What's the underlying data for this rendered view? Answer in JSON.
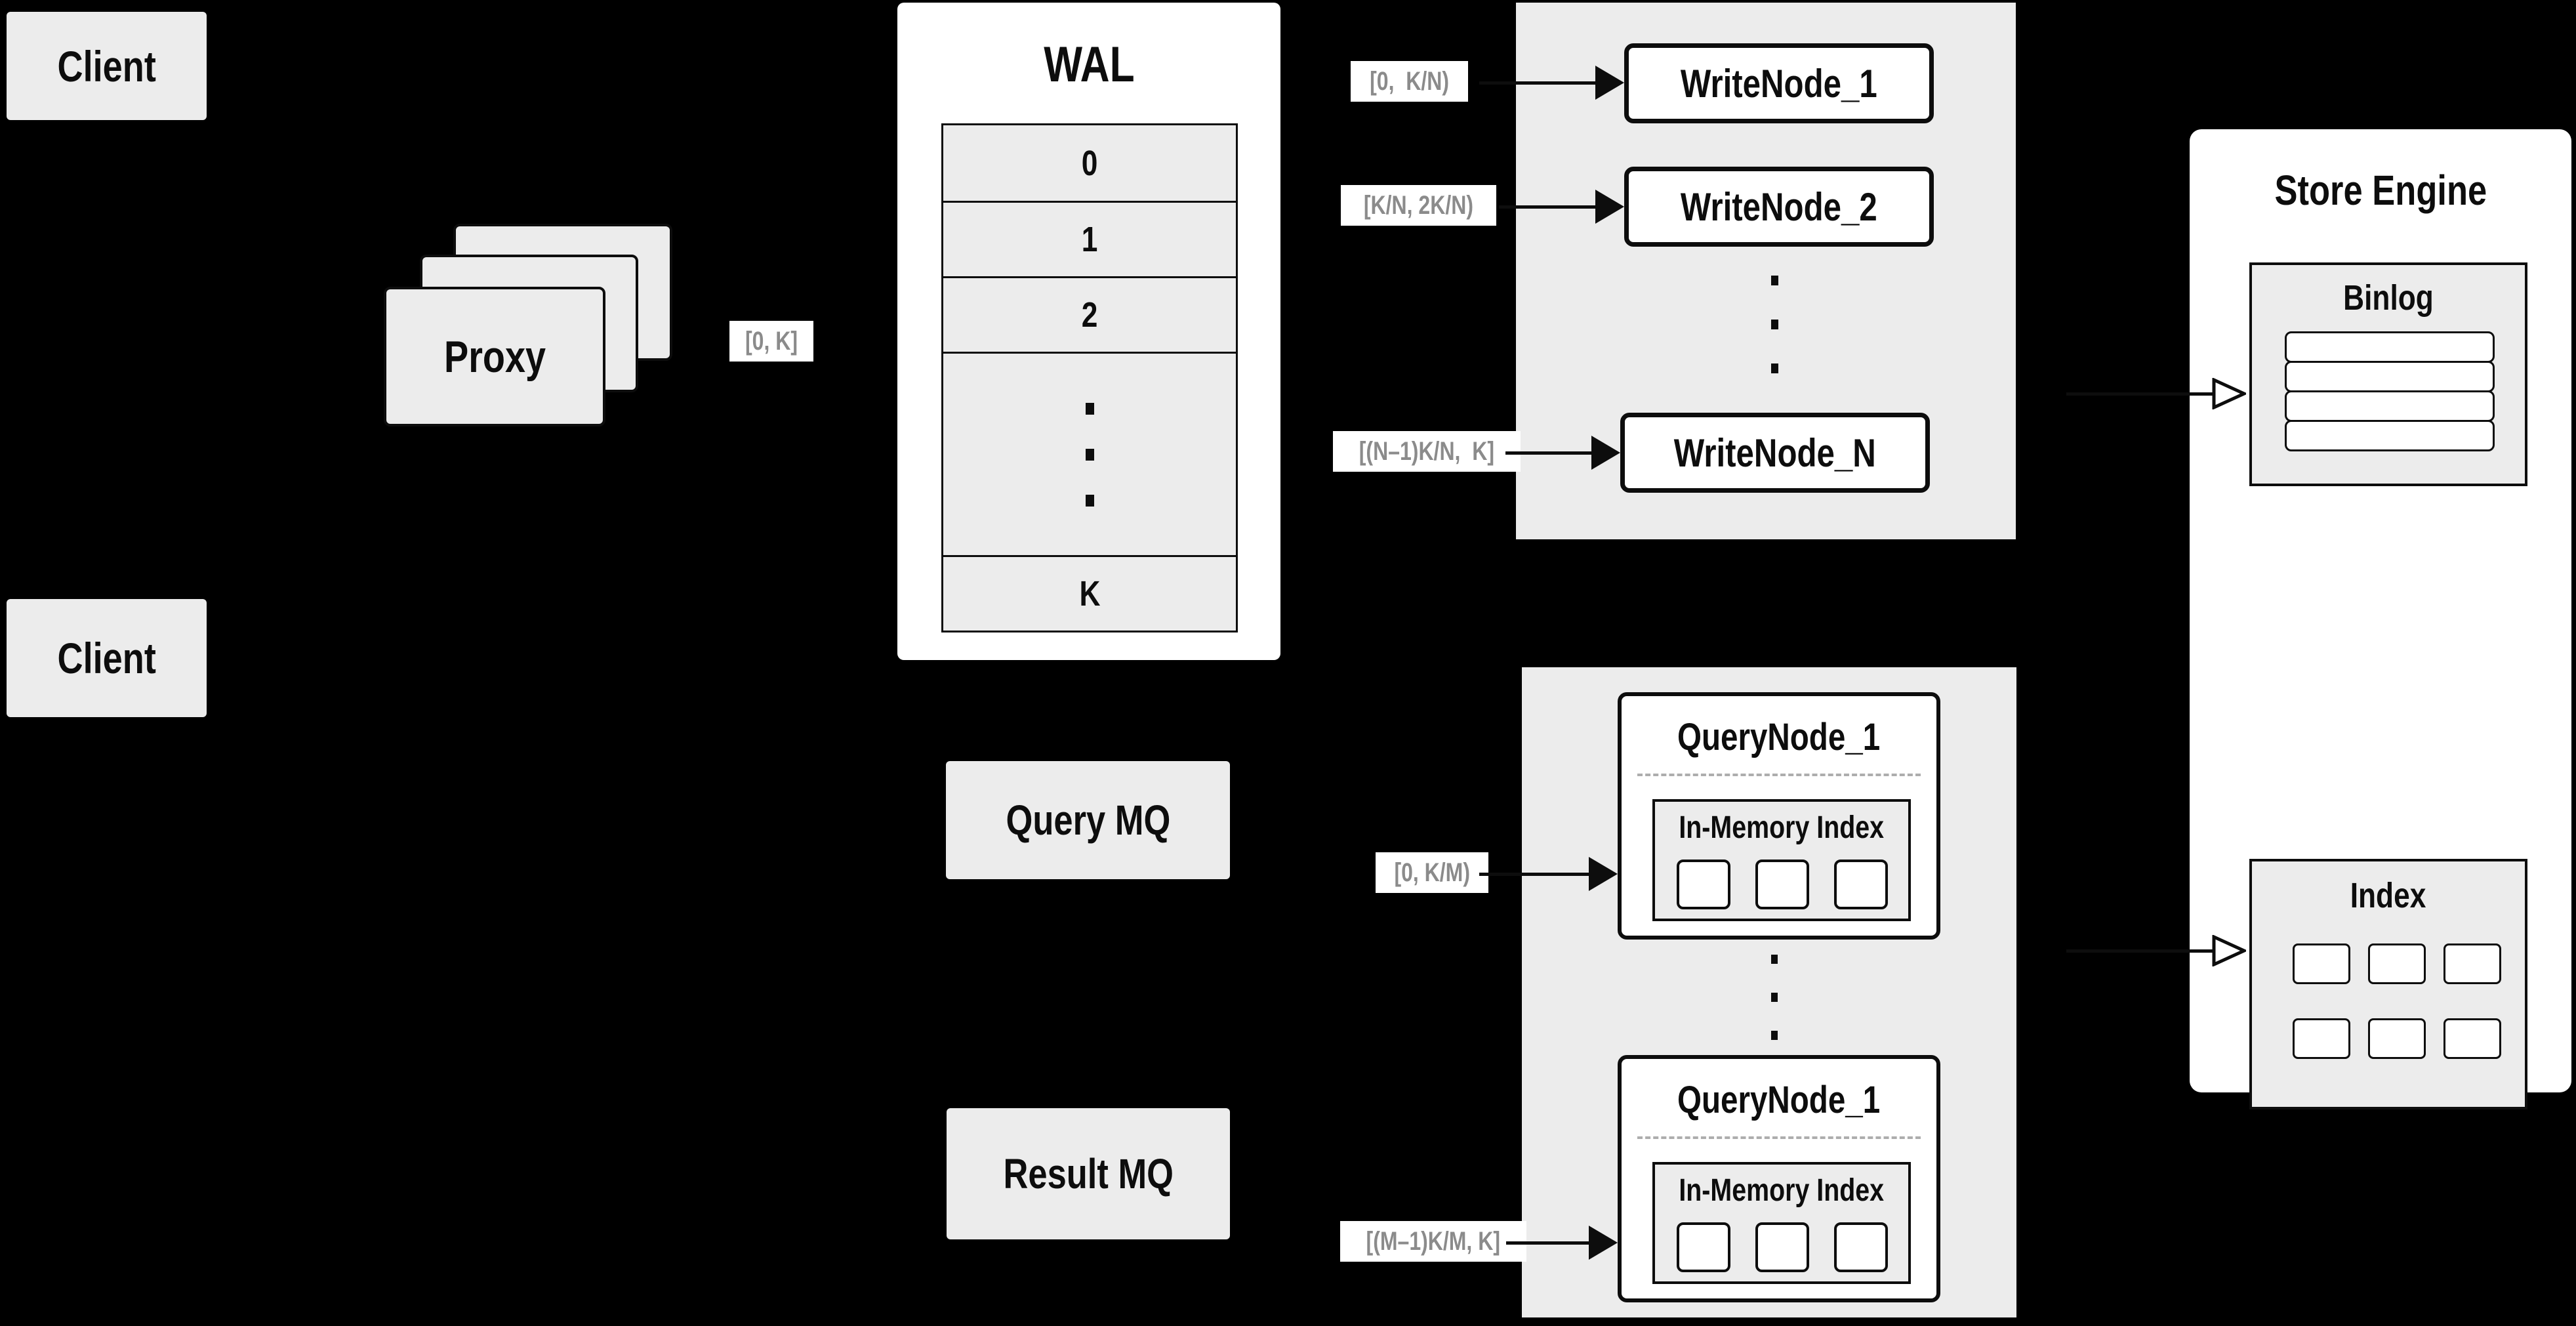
{
  "colors": {
    "background": "#000000",
    "box_fill": "#ececec",
    "node_fill": "#ffffff",
    "border": "#0d0d0d",
    "range_label_text": "#8b8b8b",
    "dashed_divider": "#adadad"
  },
  "clients": {
    "top": "Client",
    "bottom": "Client"
  },
  "proxy": {
    "label": "Proxy"
  },
  "wal": {
    "title": "WAL",
    "rows": [
      "0",
      "1",
      "2"
    ],
    "row_k": "K"
  },
  "range_labels": {
    "proxy_to_wal": "[0, K]",
    "wal_to_wn1": "[0,  K/N)",
    "wal_to_wn2": "[K/N, 2K/N)",
    "wal_to_wnN": "[(N–1)K/N,  K]",
    "mq_to_qn_top": "[0, K/M)",
    "mq_to_qn_bottom": "[(M–1)K/M, K]"
  },
  "write_nodes": {
    "n1": "WriteNode_1",
    "n2": "WriteNode_2",
    "nN": "WriteNode_N"
  },
  "store_engine": {
    "title": "Store Engine",
    "binlog_title": "Binlog",
    "index_title": "Index"
  },
  "mq": {
    "query": "Query MQ",
    "result": "Result MQ"
  },
  "query_nodes": {
    "top_title": "QueryNode_1",
    "bottom_title": "QueryNode_1",
    "inner_title": "In-Memory Index"
  }
}
